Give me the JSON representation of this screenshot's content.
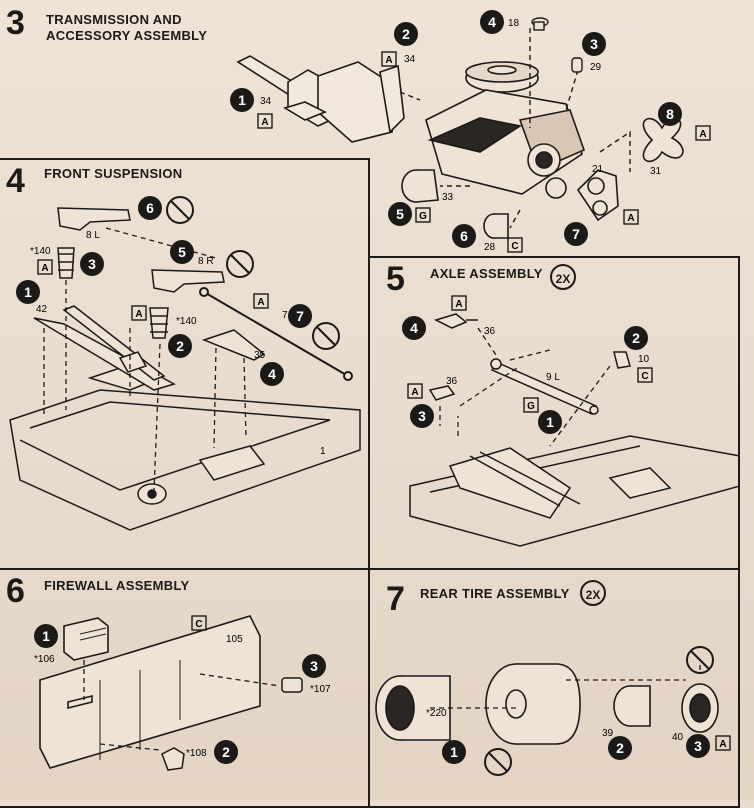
{
  "steps": {
    "s3": {
      "number": "3",
      "title_line1": "TRANSMISSION AND",
      "title_line2": "ACCESSORY ASSEMBLY"
    },
    "s4": {
      "number": "4",
      "title": "FRONT  SUSPENSION"
    },
    "s5": {
      "number": "5",
      "title": "AXLE ASSEMBLY",
      "multiplier": "2X"
    },
    "s6": {
      "number": "6",
      "title": "FIREWALL   ASSEMBLY"
    },
    "s7": {
      "number": "7",
      "title": "REAR TIRE ASSEMBLY",
      "multiplier": "2X"
    }
  },
  "s3_labels": {
    "c1": "1",
    "p1": "34",
    "b1": "A",
    "c2": "2",
    "b2": "A",
    "p2": "34",
    "c4": "4",
    "p4": "18",
    "c3": "3",
    "p3": "29",
    "c8": "8",
    "b8": "A",
    "p8": "31",
    "p21": "21",
    "b21": "A",
    "c5": "5",
    "b5": "G",
    "p33": "33",
    "c6": "6",
    "p28": "28",
    "b6": "C",
    "c7": "7"
  },
  "s4_labels": {
    "c6": "6",
    "p8l": "8 L",
    "p140a": "*140",
    "bA1": "A",
    "c3": "3",
    "c1": "1",
    "p42": "42",
    "c5": "5",
    "p8r": "8 R",
    "bA2": "A",
    "bA3": "A",
    "p140b": "*140",
    "c2": "2",
    "p7": "7",
    "c7": "7",
    "p35": "35",
    "c4": "4",
    "p1": "1"
  },
  "s5_labels": {
    "bA1": "A",
    "c4": "4",
    "p36a": "36",
    "c2": "2",
    "p10": "10",
    "bC": "C",
    "bA2": "A",
    "p36b": "36",
    "p9l": "9 L",
    "c3": "3",
    "bG": "G",
    "c1": "1"
  },
  "s6_labels": {
    "c1": "1",
    "p106": "*106",
    "bC": "C",
    "p105": "105",
    "c3": "3",
    "p107": "*107",
    "p108": "*108",
    "c2": "2"
  },
  "s7_labels": {
    "p220": "*220",
    "c1": "1",
    "p39": "39",
    "c2": "2",
    "p40": "40",
    "c3": "3",
    "bA": "A"
  }
}
